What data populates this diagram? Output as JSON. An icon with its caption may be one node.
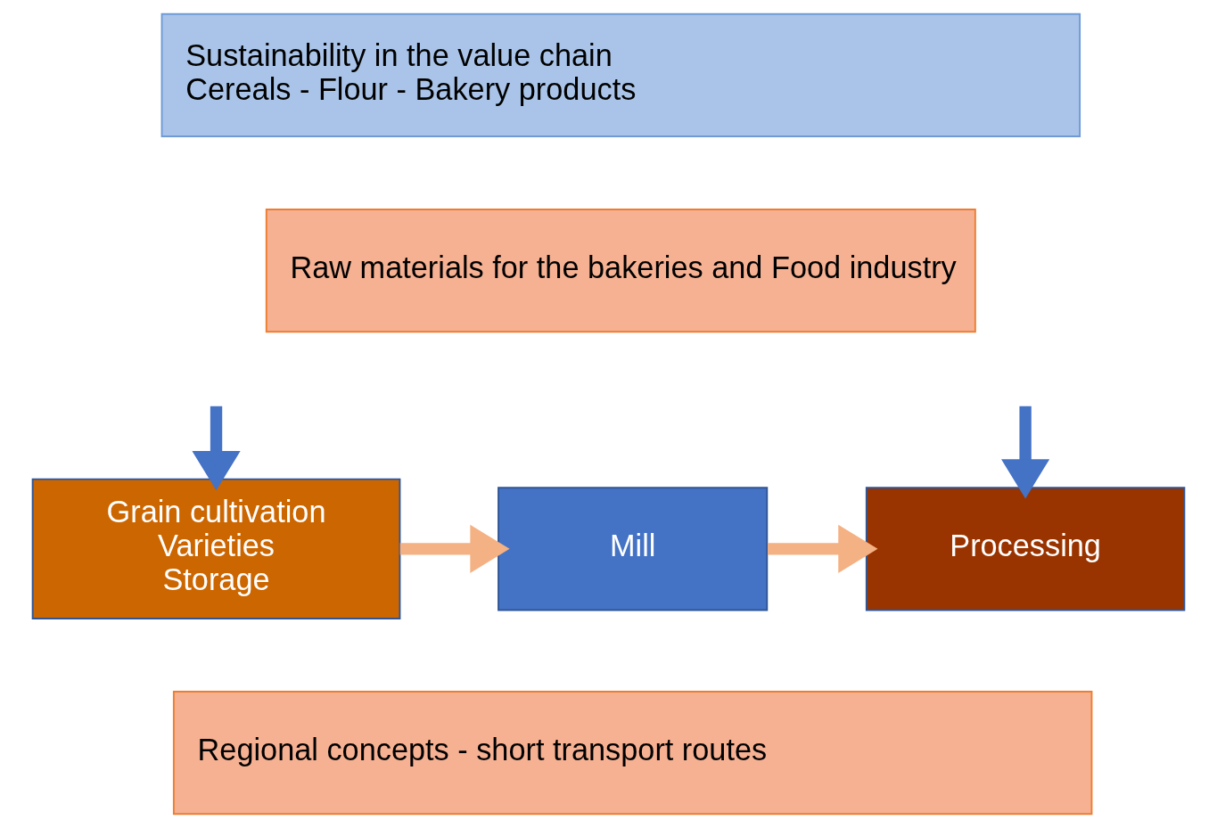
{
  "diagram": {
    "nodes": [
      {
        "text": [
          "Sustainability in the value chain",
          "Cereals - Flour - Bakery products"
        ]
      },
      {
        "text": [
          "Raw materials for the bakeries and Food industry"
        ]
      },
      {
        "text": [
          "Grain cultivation",
          "Varieties",
          "Storage"
        ]
      },
      {
        "text": [
          "Mill"
        ]
      },
      {
        "text": [
          "Processing"
        ]
      },
      {
        "text": [
          "Regional concepts - short transport routes"
        ]
      }
    ],
    "edges": [
      {
        "from": null,
        "to": 2,
        "arrow": "to",
        "color": "#4472c4"
      },
      {
        "from": null,
        "to": 4,
        "arrow": "to",
        "color": "#4472c4"
      },
      {
        "from": 2,
        "to": 3,
        "arrow": "to",
        "color": "#f4b183"
      },
      {
        "from": 3,
        "to": 4,
        "arrow": "to",
        "color": "#f4b183"
      }
    ]
  }
}
